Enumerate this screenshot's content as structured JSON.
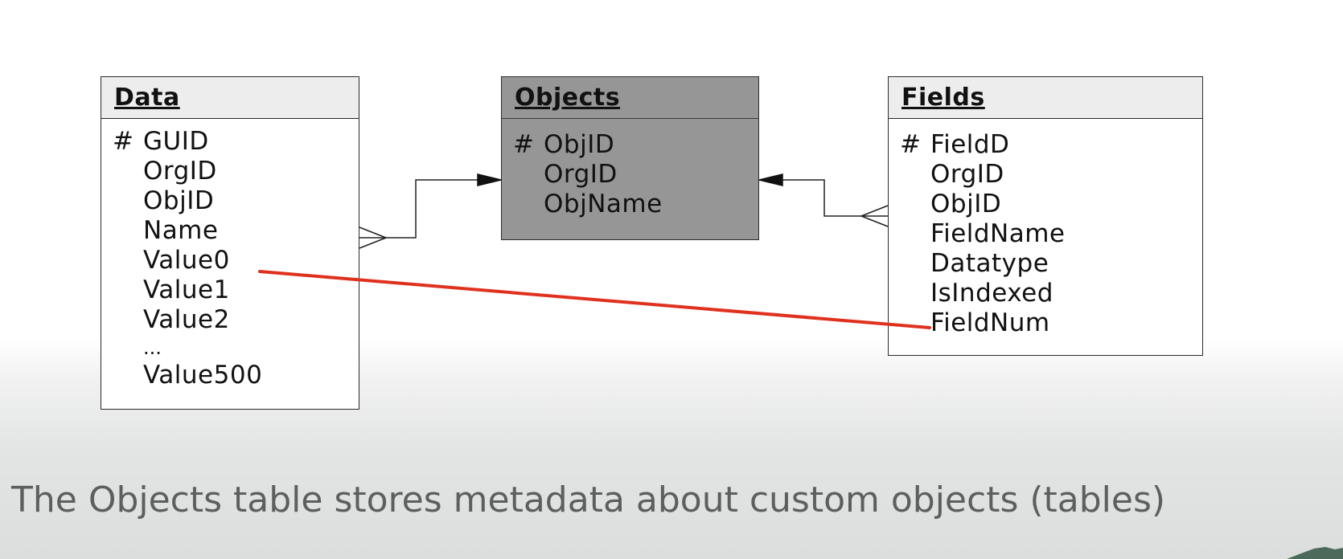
{
  "diagram": {
    "entities": {
      "data": {
        "title": "Data",
        "attributes": [
          {
            "marker": "#",
            "name": "GUID"
          },
          {
            "marker": "",
            "name": "OrgID"
          },
          {
            "marker": "",
            "name": "ObjID"
          },
          {
            "marker": "",
            "name": "Name"
          },
          {
            "marker": "",
            "name": "Value0"
          },
          {
            "marker": "",
            "name": "Value1"
          },
          {
            "marker": "",
            "name": "Value2"
          },
          {
            "marker": "",
            "name": "..."
          },
          {
            "marker": "",
            "name": "Value500"
          }
        ]
      },
      "objects": {
        "title": "Objects",
        "attributes": [
          {
            "marker": "#",
            "name": "ObjID"
          },
          {
            "marker": "",
            "name": "OrgID"
          },
          {
            "marker": "",
            "name": "ObjName"
          }
        ]
      },
      "fields": {
        "title": "Fields",
        "attributes": [
          {
            "marker": "#",
            "name": "FieldD"
          },
          {
            "marker": "",
            "name": "OrgID"
          },
          {
            "marker": "",
            "name": "ObjID"
          },
          {
            "marker": "",
            "name": "FieldName"
          },
          {
            "marker": "",
            "name": "Datatype"
          },
          {
            "marker": "",
            "name": "IsIndexed"
          },
          {
            "marker": "",
            "name": "FieldNum"
          }
        ]
      }
    },
    "relationships": [
      {
        "from": "Data",
        "to": "Objects",
        "from_end": "crow's foot (many)",
        "to_end": "arrow"
      },
      {
        "from": "Fields",
        "to": "Objects",
        "from_end": "crow's foot (many)",
        "to_end": "arrow"
      },
      {
        "from": "Data.Value0",
        "to": "Fields.FieldNum",
        "style": "highlight line"
      }
    ],
    "colors": {
      "highlight_line": "#e0301e",
      "objects_fill": "#969696",
      "header_fill": "#ededed",
      "caption_text": "#5d5f5f"
    }
  },
  "caption": "The Objects table stores metadata about custom objects (tables)"
}
